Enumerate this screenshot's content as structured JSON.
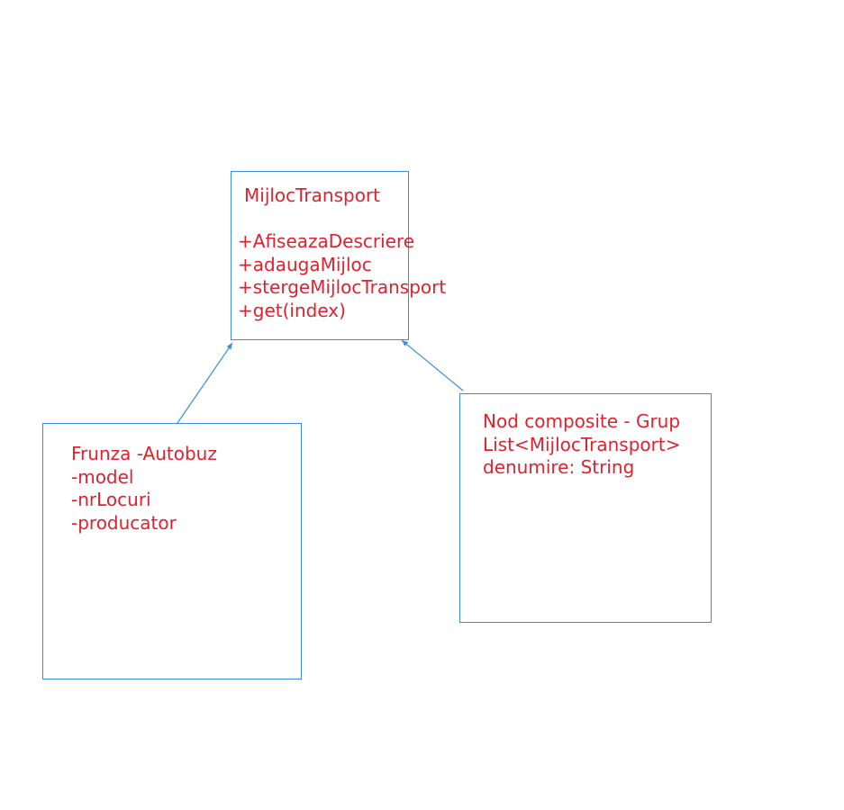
{
  "colors": {
    "box_border": "#3b8fd4",
    "text": "#e0212e",
    "arrow": "#3b8fd4"
  },
  "mijloc_transport": {
    "title": "MijlocTransport",
    "methods": [
      "+AfiseazaDescriere",
      "+adaugaMijloc",
      "+stergeMijlocTransport",
      "+get(index)"
    ]
  },
  "frunza": {
    "lines": [
      "Frunza -Autobuz",
      "-model",
      "-nrLocuri",
      "-producator"
    ]
  },
  "nod_composite": {
    "lines": [
      "Nod composite - Grup",
      "List<MijlocTransport>",
      "denumire: String"
    ]
  }
}
